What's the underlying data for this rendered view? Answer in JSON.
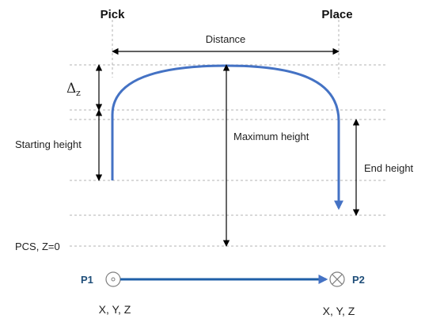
{
  "header": {
    "pick_label": "Pick",
    "place_label": "Place"
  },
  "dimensions": {
    "distance_label": "Distance",
    "delta_symbol": "Δ",
    "delta_subscript": "z",
    "starting_height_label": "Starting height",
    "maximum_height_label": "Maximum height",
    "end_height_label": "End height",
    "pcs_label": "PCS, Z=0"
  },
  "points": {
    "p1_label": "P1",
    "p2_label": "P2",
    "p1_coords": "X, Y, Z",
    "p2_coords": "X, Y, Z"
  },
  "colors": {
    "path_blue": "#4472c4",
    "point_label": "#1f4e79",
    "guide_gray": "#b3b3b3",
    "dimension_black": "#000000",
    "marker_gray": "#7f7f7f"
  }
}
